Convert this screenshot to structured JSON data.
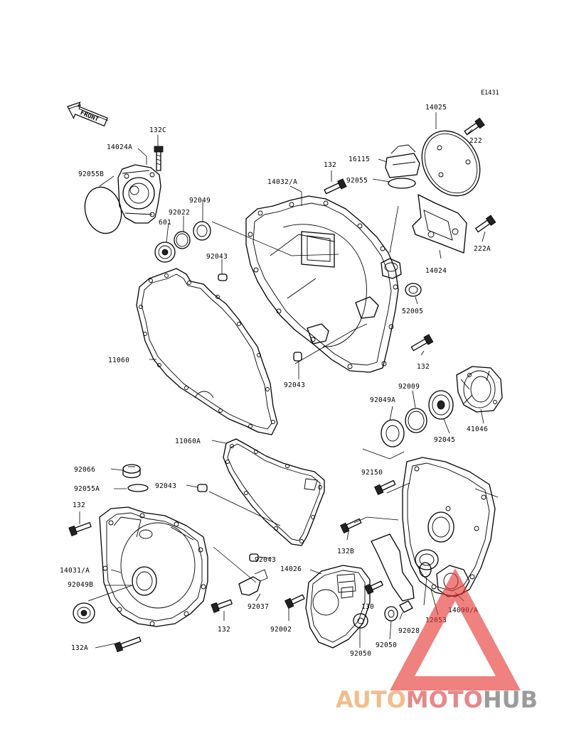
{
  "diagram": {
    "ref_code": "E1431",
    "front_label": "FRONT",
    "parts": {
      "p14025": "14025",
      "p222": "222",
      "p16115": "16115",
      "p92055": "92055",
      "p14032": "14032/A",
      "p132_top": "132",
      "p132c": "132C",
      "p14024a": "14024A",
      "p92055b": "92055B",
      "p92049": "92049",
      "p92022": "92022",
      "p601": "601",
      "p92043_a": "92043",
      "p14024": "14024",
      "p222a": "222A",
      "p52005": "52005",
      "p11060": "11060",
      "p132_mid": "132",
      "p92043_b": "92043",
      "p92009": "92009",
      "p92049a": "92049A",
      "p41046": "41046",
      "p92045": "92045",
      "p11060a": "11060A",
      "p92066": "92066",
      "p92055a": "92055A",
      "p92043_c": "92043",
      "p92150": "92150",
      "p132_left": "132",
      "p132b": "132B",
      "p14031": "14031/A",
      "p92043_d": "92043",
      "p14026": "14026",
      "p92049b": "92049B",
      "p92037": "92037",
      "p130": "130",
      "p14090": "14090/A",
      "p132_bot": "132",
      "p92002": "92002",
      "p12053": "12053",
      "p92028": "92028",
      "p132a": "132A",
      "p92050_a": "92050",
      "p92050_b": "92050"
    }
  },
  "watermark": {
    "text_a": "AUTO",
    "text_b": "MOTO",
    "text_c": "HUB",
    "color_a": "#f0b27a",
    "color_b": "#e57373",
    "color_c": "#8a8a8a",
    "triangle_color": "#e53935"
  }
}
